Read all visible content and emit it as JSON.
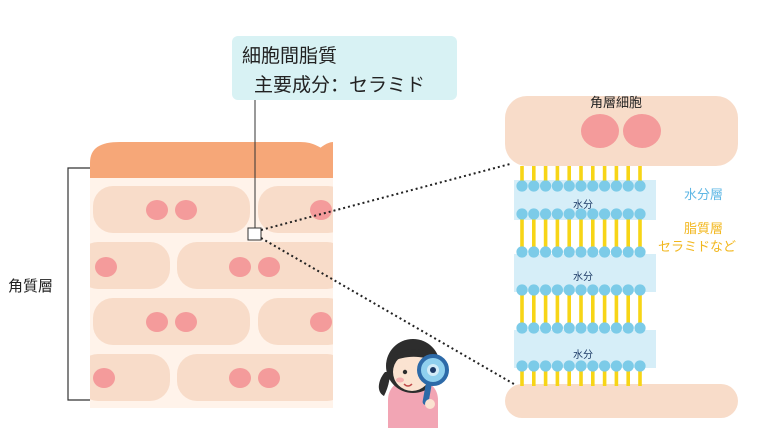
{
  "callout": {
    "line1": "細胞間脂質",
    "line2": "主要成分：セラミド"
  },
  "labels": {
    "stratum_corneum": "角質層",
    "corneocyte": "角層細胞",
    "water_layer": "水分層",
    "lipid_layer": "脂質層",
    "ceramide_etc": "セラミドなど",
    "water": "水分"
  },
  "colors": {
    "skin_top": "#f6a778",
    "cell_fill": "#f8dcc9",
    "cell_background": "#fff3ea",
    "nucleus": "#f49b9b",
    "water_dot": "#7ccbe8",
    "water_band": "#d6eef8",
    "lipid": "#f7d516"
  },
  "icons": {
    "girl": "girl-with-magnifier-icon"
  }
}
